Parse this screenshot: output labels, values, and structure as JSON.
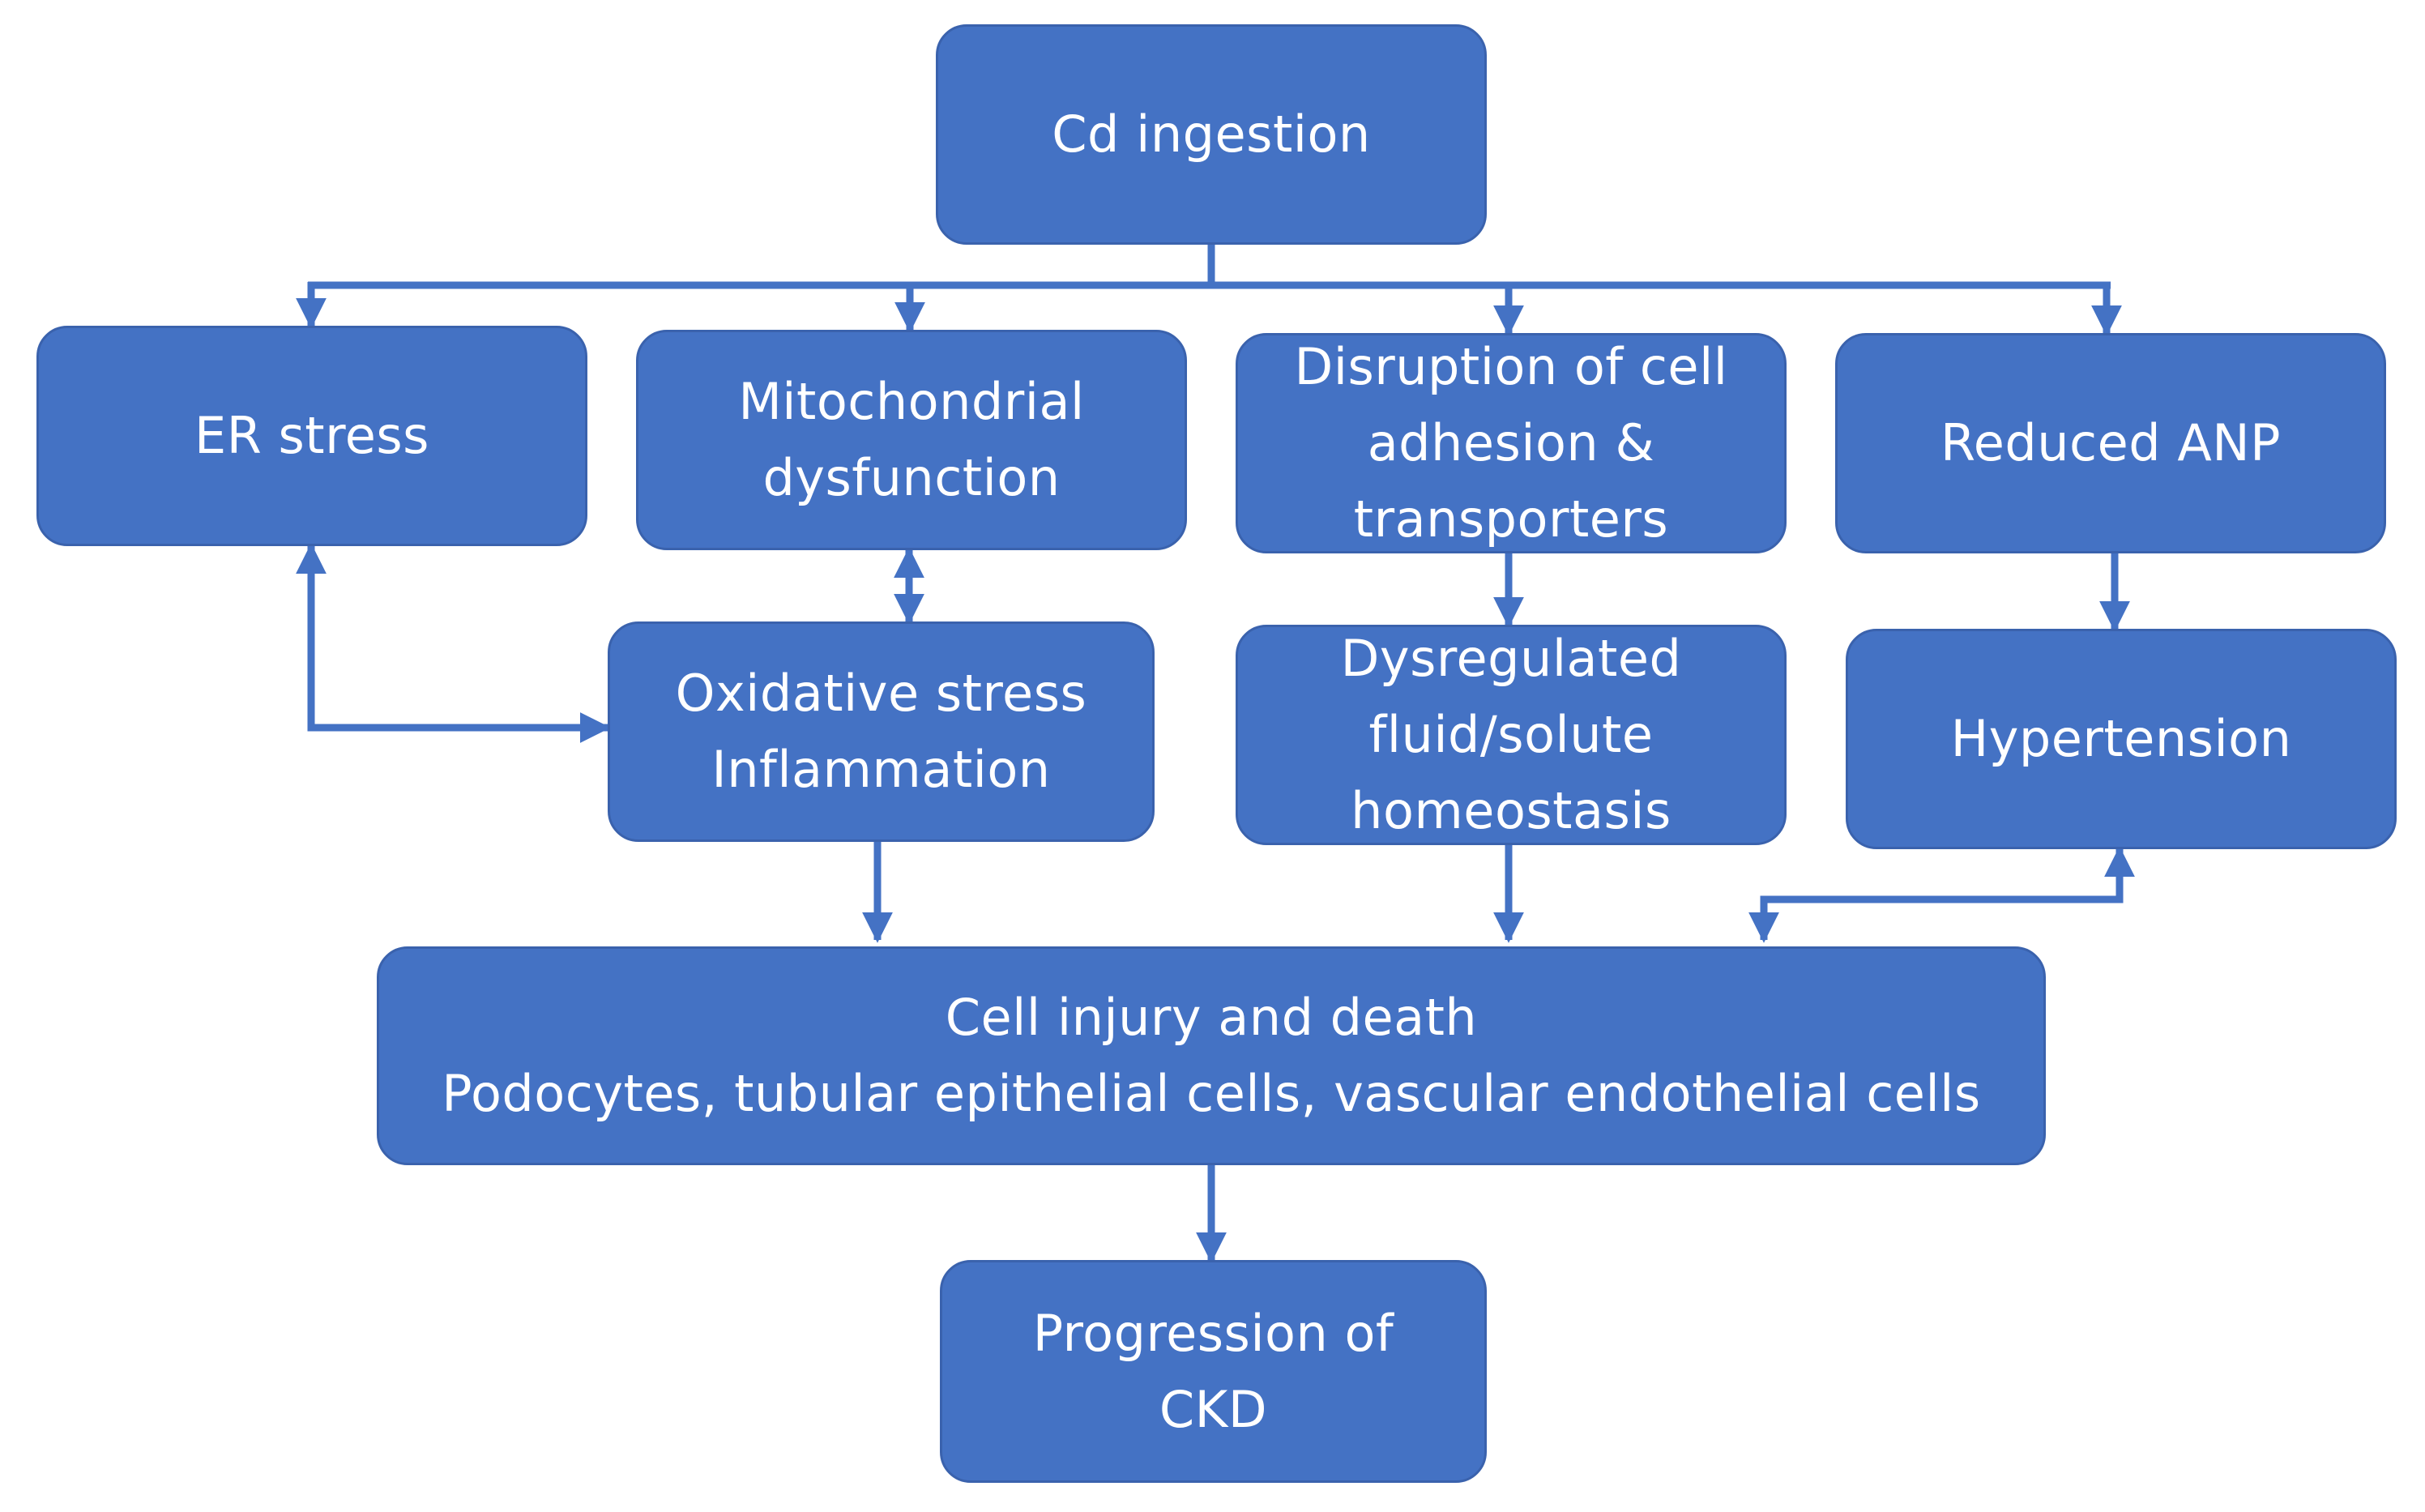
{
  "diagram": {
    "nodes": {
      "cd_ingestion": [
        "Cd ingestion"
      ],
      "er_stress": [
        "ER stress"
      ],
      "mitochondrial": [
        "Mitochondrial",
        "dysfunction"
      ],
      "disruption": [
        "Disruption of cell",
        "adhesion &",
        "transporters"
      ],
      "reduced_anp": [
        "Reduced ANP"
      ],
      "oxidative": [
        "Oxidative stress",
        "Inflammation"
      ],
      "dysregulated": [
        "Dysregulated",
        "fluid/solute",
        "homeostasis"
      ],
      "hypertension": [
        "Hypertension"
      ],
      "cell_injury": [
        "Cell injury and death",
        "Podocytes, tubular epithelial cells, vascular endothelial cells"
      ],
      "ckd": [
        "Progression of",
        "CKD"
      ]
    },
    "colors": {
      "box_fill": "#4472c4",
      "box_border": "#3a62ad",
      "text": "#ffffff",
      "connector": "#4472c4",
      "background": "#ffffff"
    }
  }
}
